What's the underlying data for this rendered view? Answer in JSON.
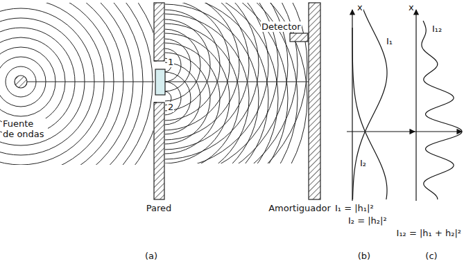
{
  "diagram": {
    "labels": [
      "Fuente de ondas",
      "1",
      "2",
      "Detector",
      "Pared",
      "Amortiguador",
      "I₁ = |h₁|²",
      "I₂ = |h₂|²",
      "I₁₂ = |h₁ + h₂|²",
      "x",
      "I₁",
      "I₂",
      "x",
      "I₁₂",
      "(a)",
      "(b)",
      "(c)"
    ]
  }
}
